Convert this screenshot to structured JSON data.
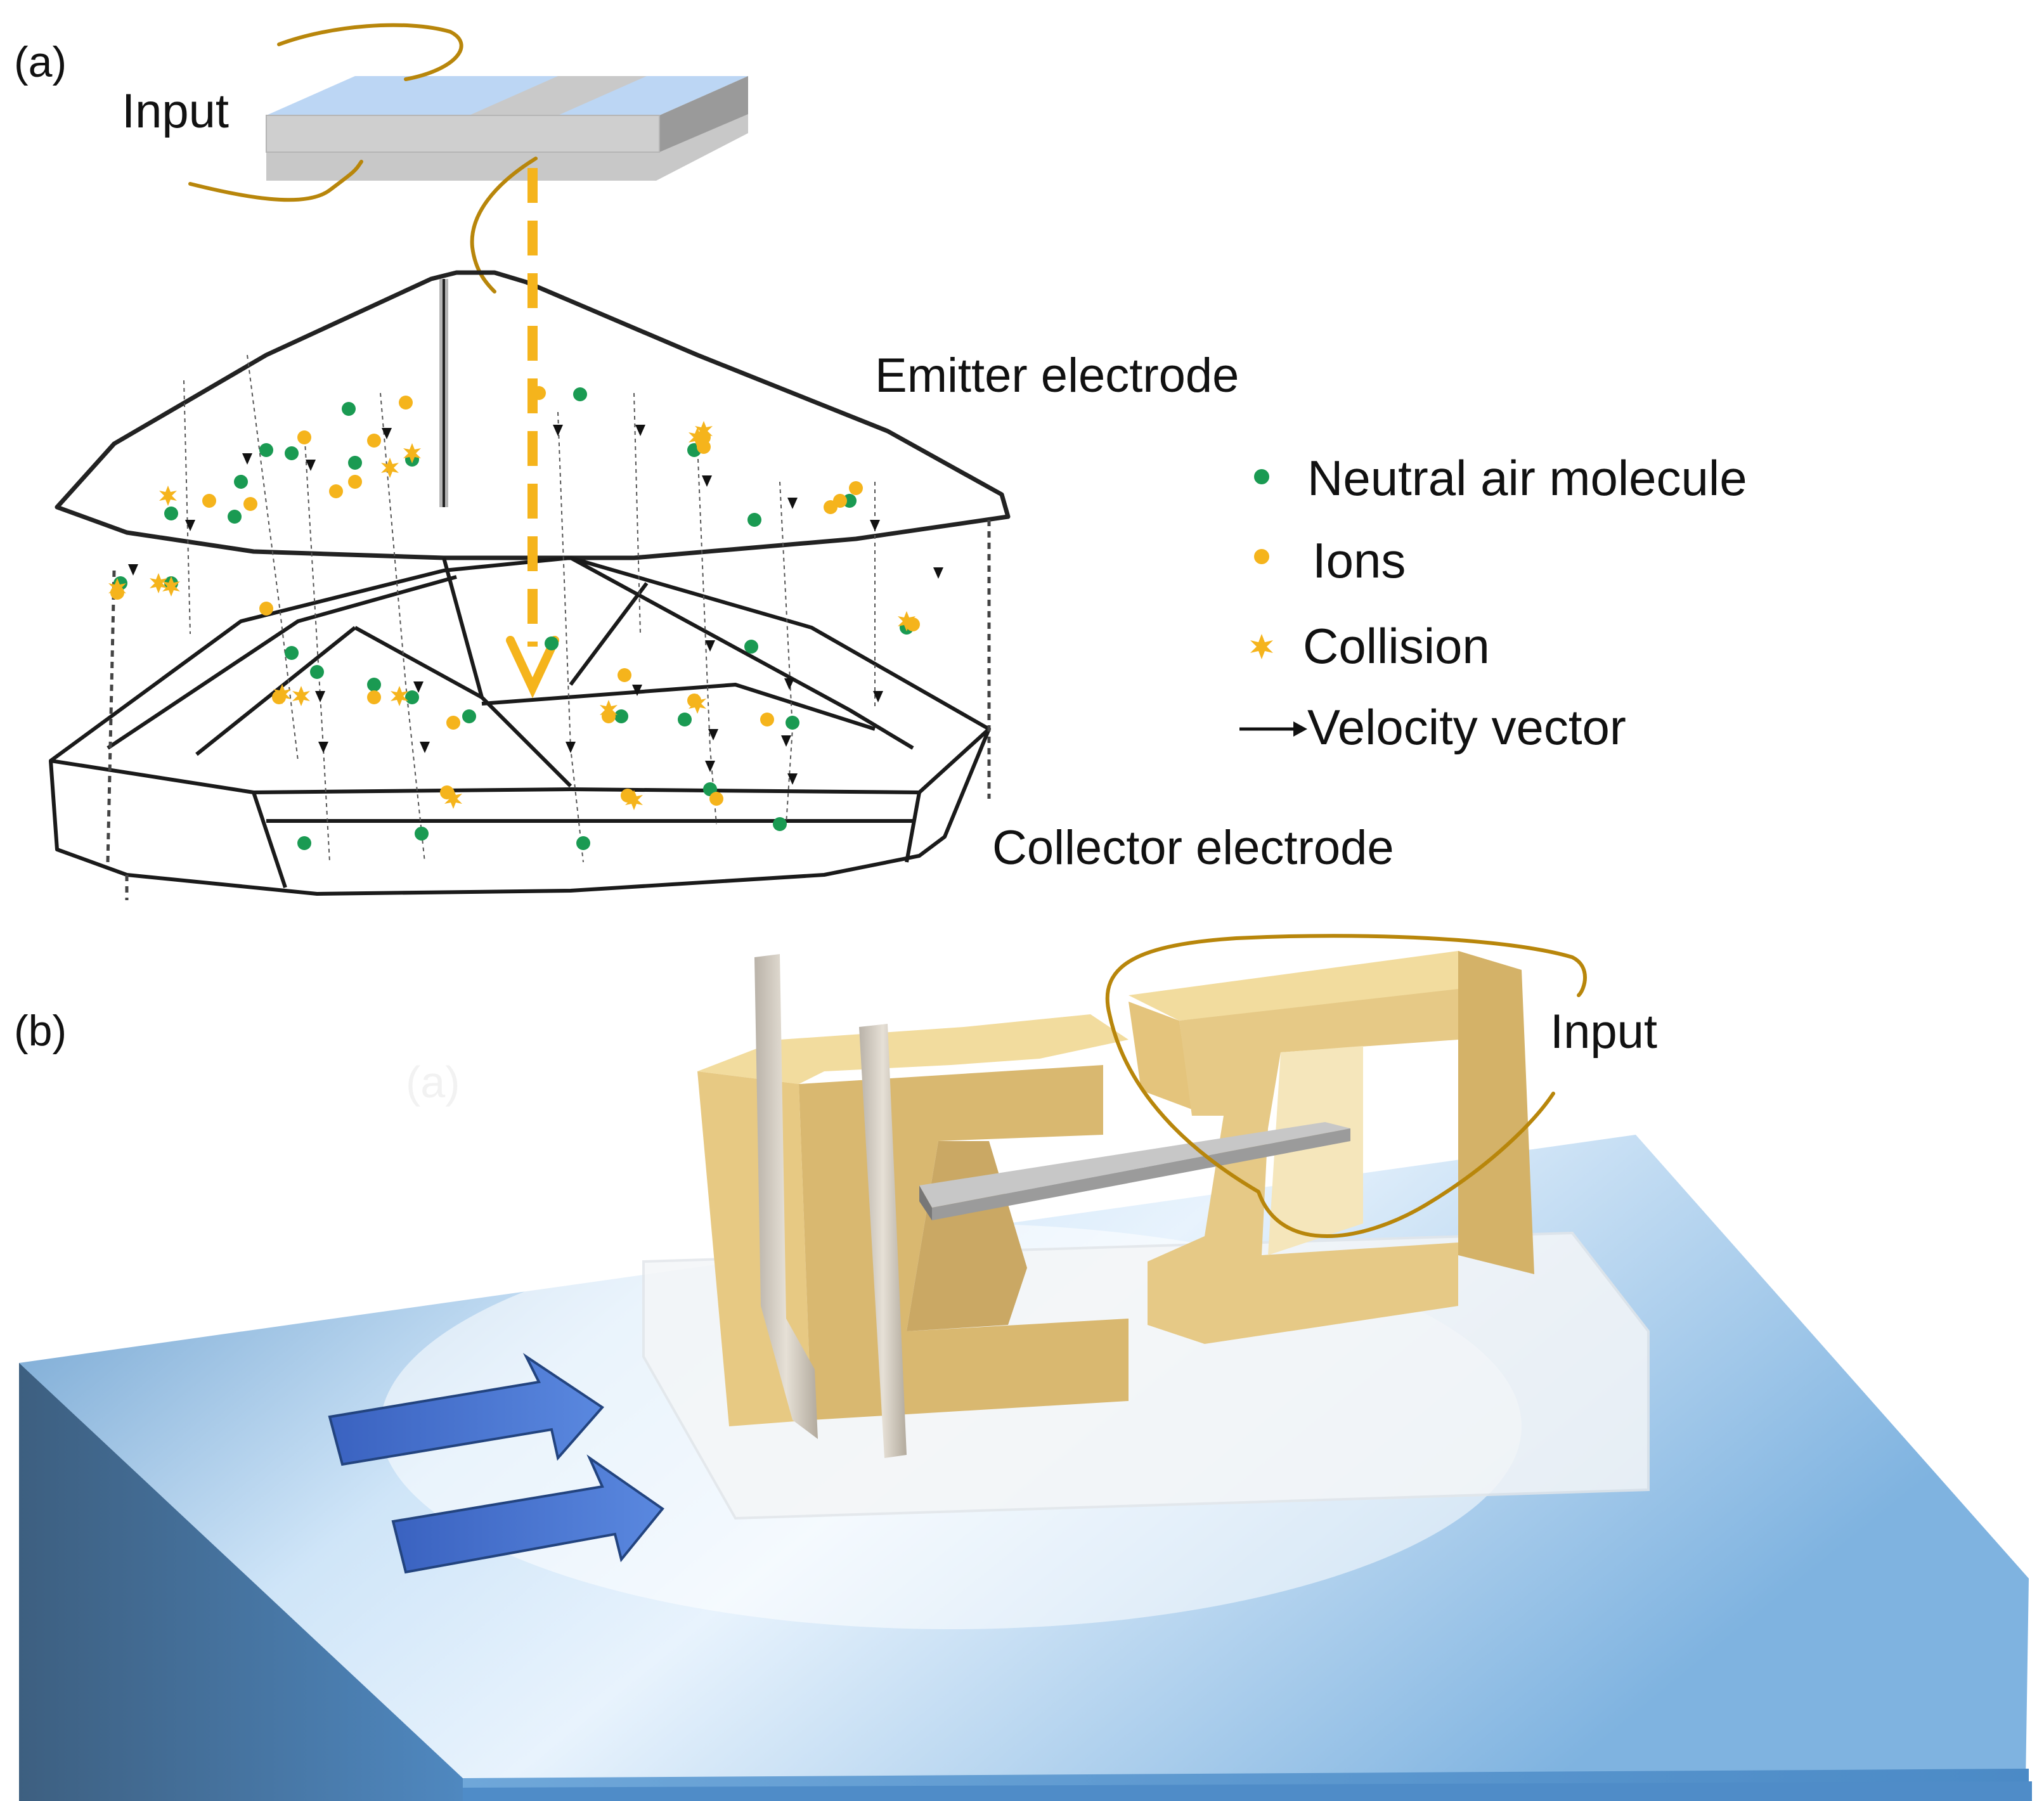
{
  "panel_a": {
    "label": "(a)",
    "input_label": "Input",
    "emitter_label": "Emitter electrode",
    "collector_label": "Collector electrode",
    "legend": [
      {
        "key": "neutral",
        "symbol": "green-dot",
        "color": "#1a9a52",
        "text": "Neutral air molecule"
      },
      {
        "key": "ions",
        "symbol": "orange-dot",
        "color": "#f5b41c",
        "text": "Ions"
      },
      {
        "key": "collision",
        "symbol": "star",
        "color": "#f5b41c",
        "text": "Collision"
      },
      {
        "key": "velocity",
        "symbol": "arrow",
        "color": "#111111",
        "text": "Velocity vector"
      }
    ]
  },
  "panel_b": {
    "label": "(b)",
    "ghost_label": "(a)",
    "input_label": "Input"
  },
  "colors": {
    "wire": "#b8860b",
    "dashed_arrow": "#f5b41c",
    "electrode_tan": "#e9cf89",
    "water_dark": "#3a6f9f",
    "water_light": "#e4f1fc",
    "flow_arrow": "#4a78d0"
  }
}
